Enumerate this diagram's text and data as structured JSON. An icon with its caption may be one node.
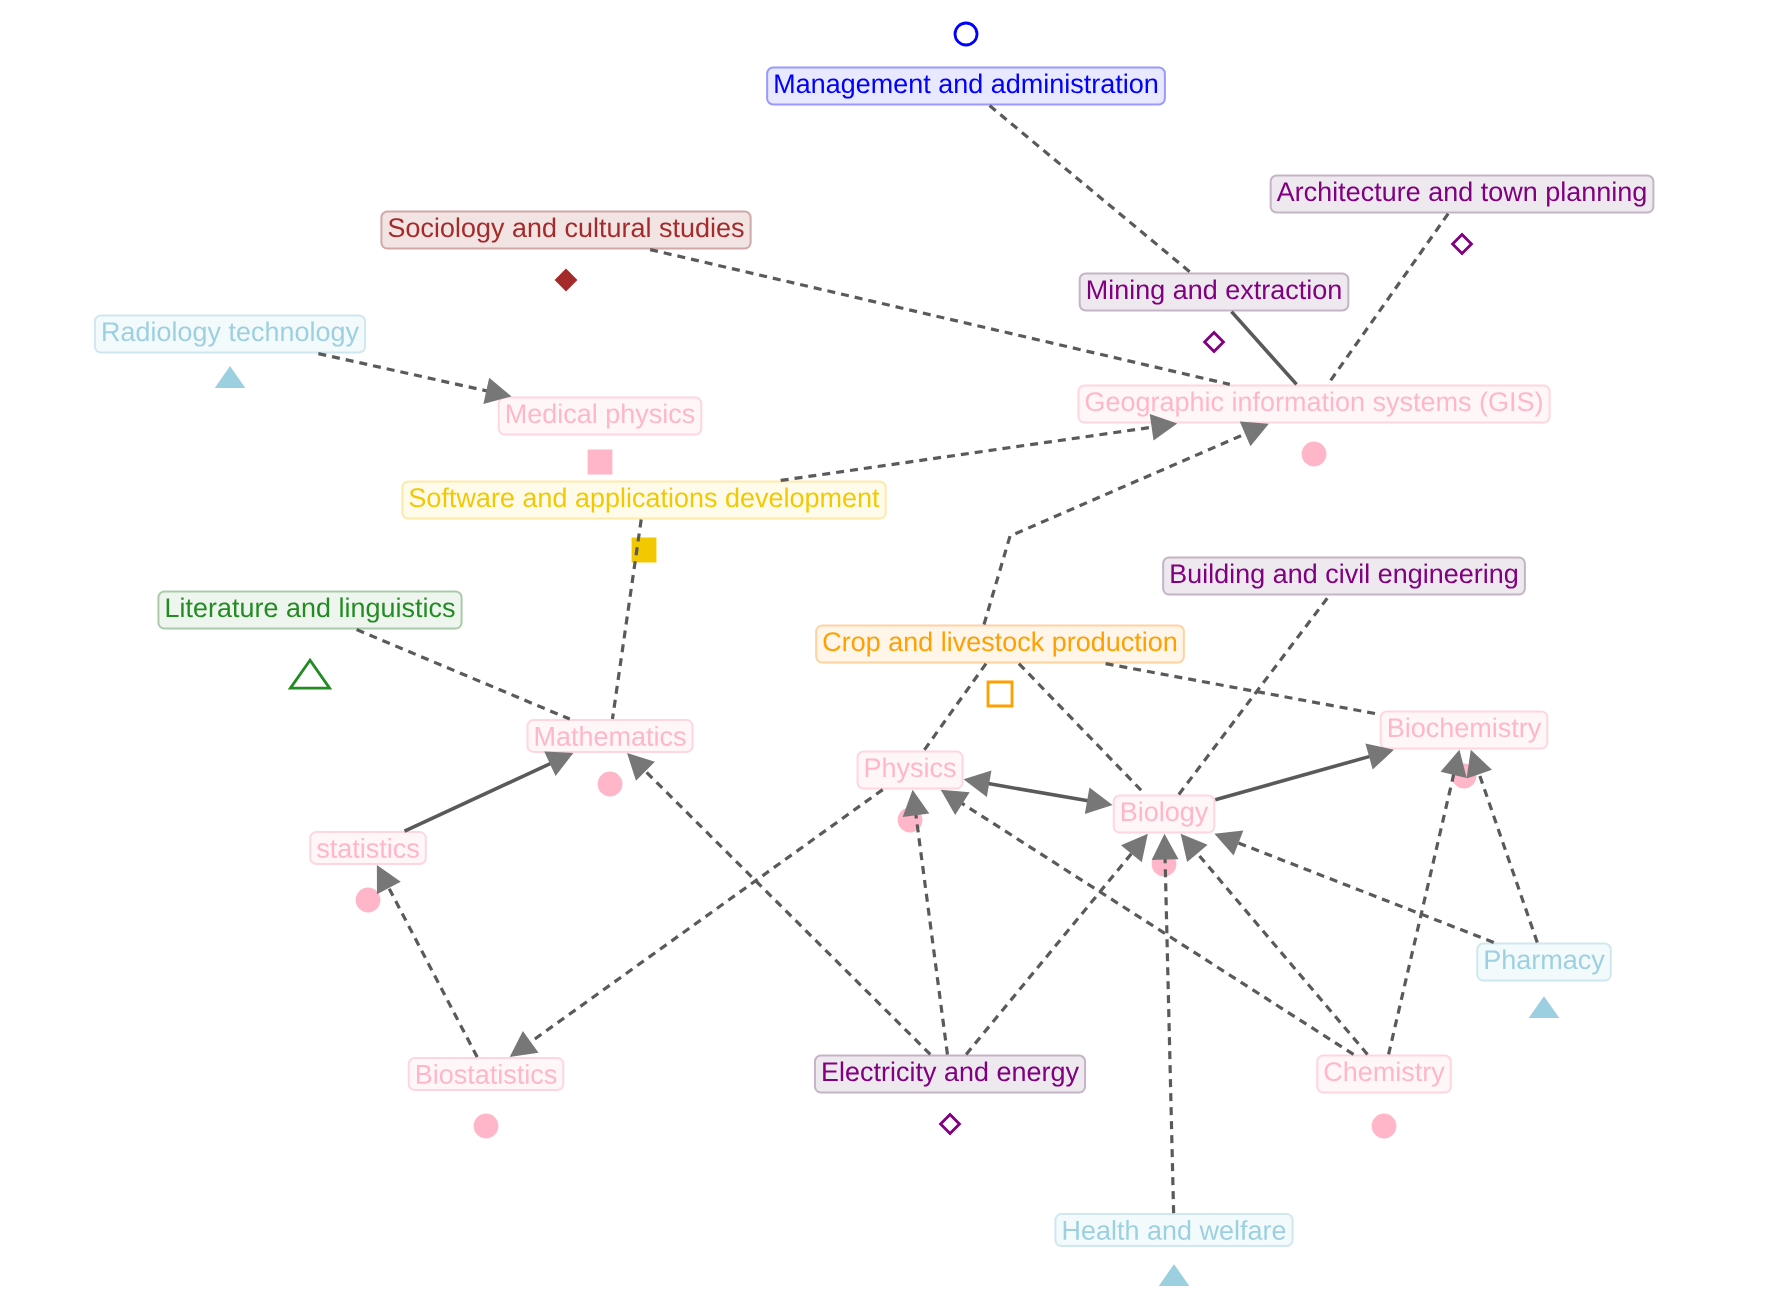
{
  "diagram": {
    "nodes": [
      {
        "text": [
          "Management and administration"
        ]
      },
      {
        "text": [
          "Architecture and town planning"
        ]
      },
      {
        "text": [
          "Sociology and cultural studies"
        ]
      },
      {
        "text": [
          "Mining and extraction"
        ]
      },
      {
        "text": [
          "Radiology technology"
        ]
      },
      {
        "text": [
          "Geographic information systems (GIS)"
        ]
      },
      {
        "text": [
          "Medical physics"
        ]
      },
      {
        "text": [
          "Software and applications development"
        ]
      },
      {
        "text": [
          "Building and civil engineering"
        ]
      },
      {
        "text": [
          "Literature and linguistics"
        ]
      },
      {
        "text": [
          "Crop and livestock production"
        ]
      },
      {
        "text": [
          "Mathematics"
        ]
      },
      {
        "text": [
          "Physics"
        ]
      },
      {
        "text": [
          "Biochemistry"
        ]
      },
      {
        "text": [
          "Biology"
        ]
      },
      {
        "text": [
          "statistics"
        ]
      },
      {
        "text": [
          "Pharmacy"
        ]
      },
      {
        "text": [
          "Biostatistics"
        ]
      },
      {
        "text": [
          "Electricity and energy"
        ]
      },
      {
        "text": [
          "Chemistry"
        ]
      },
      {
        "text": [
          "Health and welfare"
        ]
      }
    ],
    "edges": [
      {
        "from": 0,
        "to": 3,
        "arrow": "none",
        "style": "dashed"
      },
      {
        "from": 3,
        "to": 5,
        "arrow": "none"
      },
      {
        "from": 1,
        "to": 5,
        "arrow": "none",
        "style": "dashed"
      },
      {
        "from": 2,
        "to": 5,
        "arrow": "none",
        "style": "dashed"
      },
      {
        "from": 4,
        "to": 6,
        "arrow": "to",
        "style": "dashed"
      },
      {
        "from": 7,
        "to": 5,
        "arrow": "to",
        "style": "dashed"
      },
      {
        "from": 7,
        "to": 11,
        "arrow": "none",
        "style": "dashed"
      },
      {
        "from": 10,
        "to": 5,
        "arrow": "to",
        "style": "dashed"
      },
      {
        "from": 14,
        "to": 8,
        "arrow": "none",
        "style": "dashed"
      },
      {
        "from": 9,
        "to": 11,
        "arrow": "none",
        "style": "dashed"
      },
      {
        "from": 15,
        "to": 11,
        "arrow": "to"
      },
      {
        "from": 17,
        "to": 15,
        "arrow": "to",
        "style": "dashed"
      },
      {
        "from": 12,
        "to": 17,
        "arrow": "to",
        "style": "dashed"
      },
      {
        "from": 18,
        "to": 11,
        "arrow": "to",
        "style": "dashed"
      },
      {
        "from": 18,
        "to": 12,
        "arrow": "to",
        "style": "dashed"
      },
      {
        "from": 18,
        "to": 14,
        "arrow": "to",
        "style": "dashed"
      },
      {
        "from": 10,
        "to": 12,
        "arrow": "none",
        "style": "dashed"
      },
      {
        "from": 10,
        "to": 14,
        "arrow": "none",
        "style": "dashed"
      },
      {
        "from": 10,
        "to": 13,
        "arrow": "none",
        "style": "dashed"
      },
      {
        "from": 12,
        "to": 14,
        "arrow": "both"
      },
      {
        "from": 14,
        "to": 13,
        "arrow": "to"
      },
      {
        "from": 16,
        "to": 14,
        "arrow": "to",
        "style": "dashed"
      },
      {
        "from": 19,
        "to": 14,
        "arrow": "to",
        "style": "dashed"
      },
      {
        "from": 20,
        "to": 14,
        "arrow": "to",
        "style": "dashed"
      },
      {
        "from": 19,
        "to": 12,
        "arrow": "to",
        "style": "dashed"
      },
      {
        "from": 19,
        "to": 13,
        "arrow": "to",
        "style": "dashed"
      },
      {
        "from": 16,
        "to": 13,
        "arrow": "to",
        "style": "dashed"
      }
    ]
  }
}
